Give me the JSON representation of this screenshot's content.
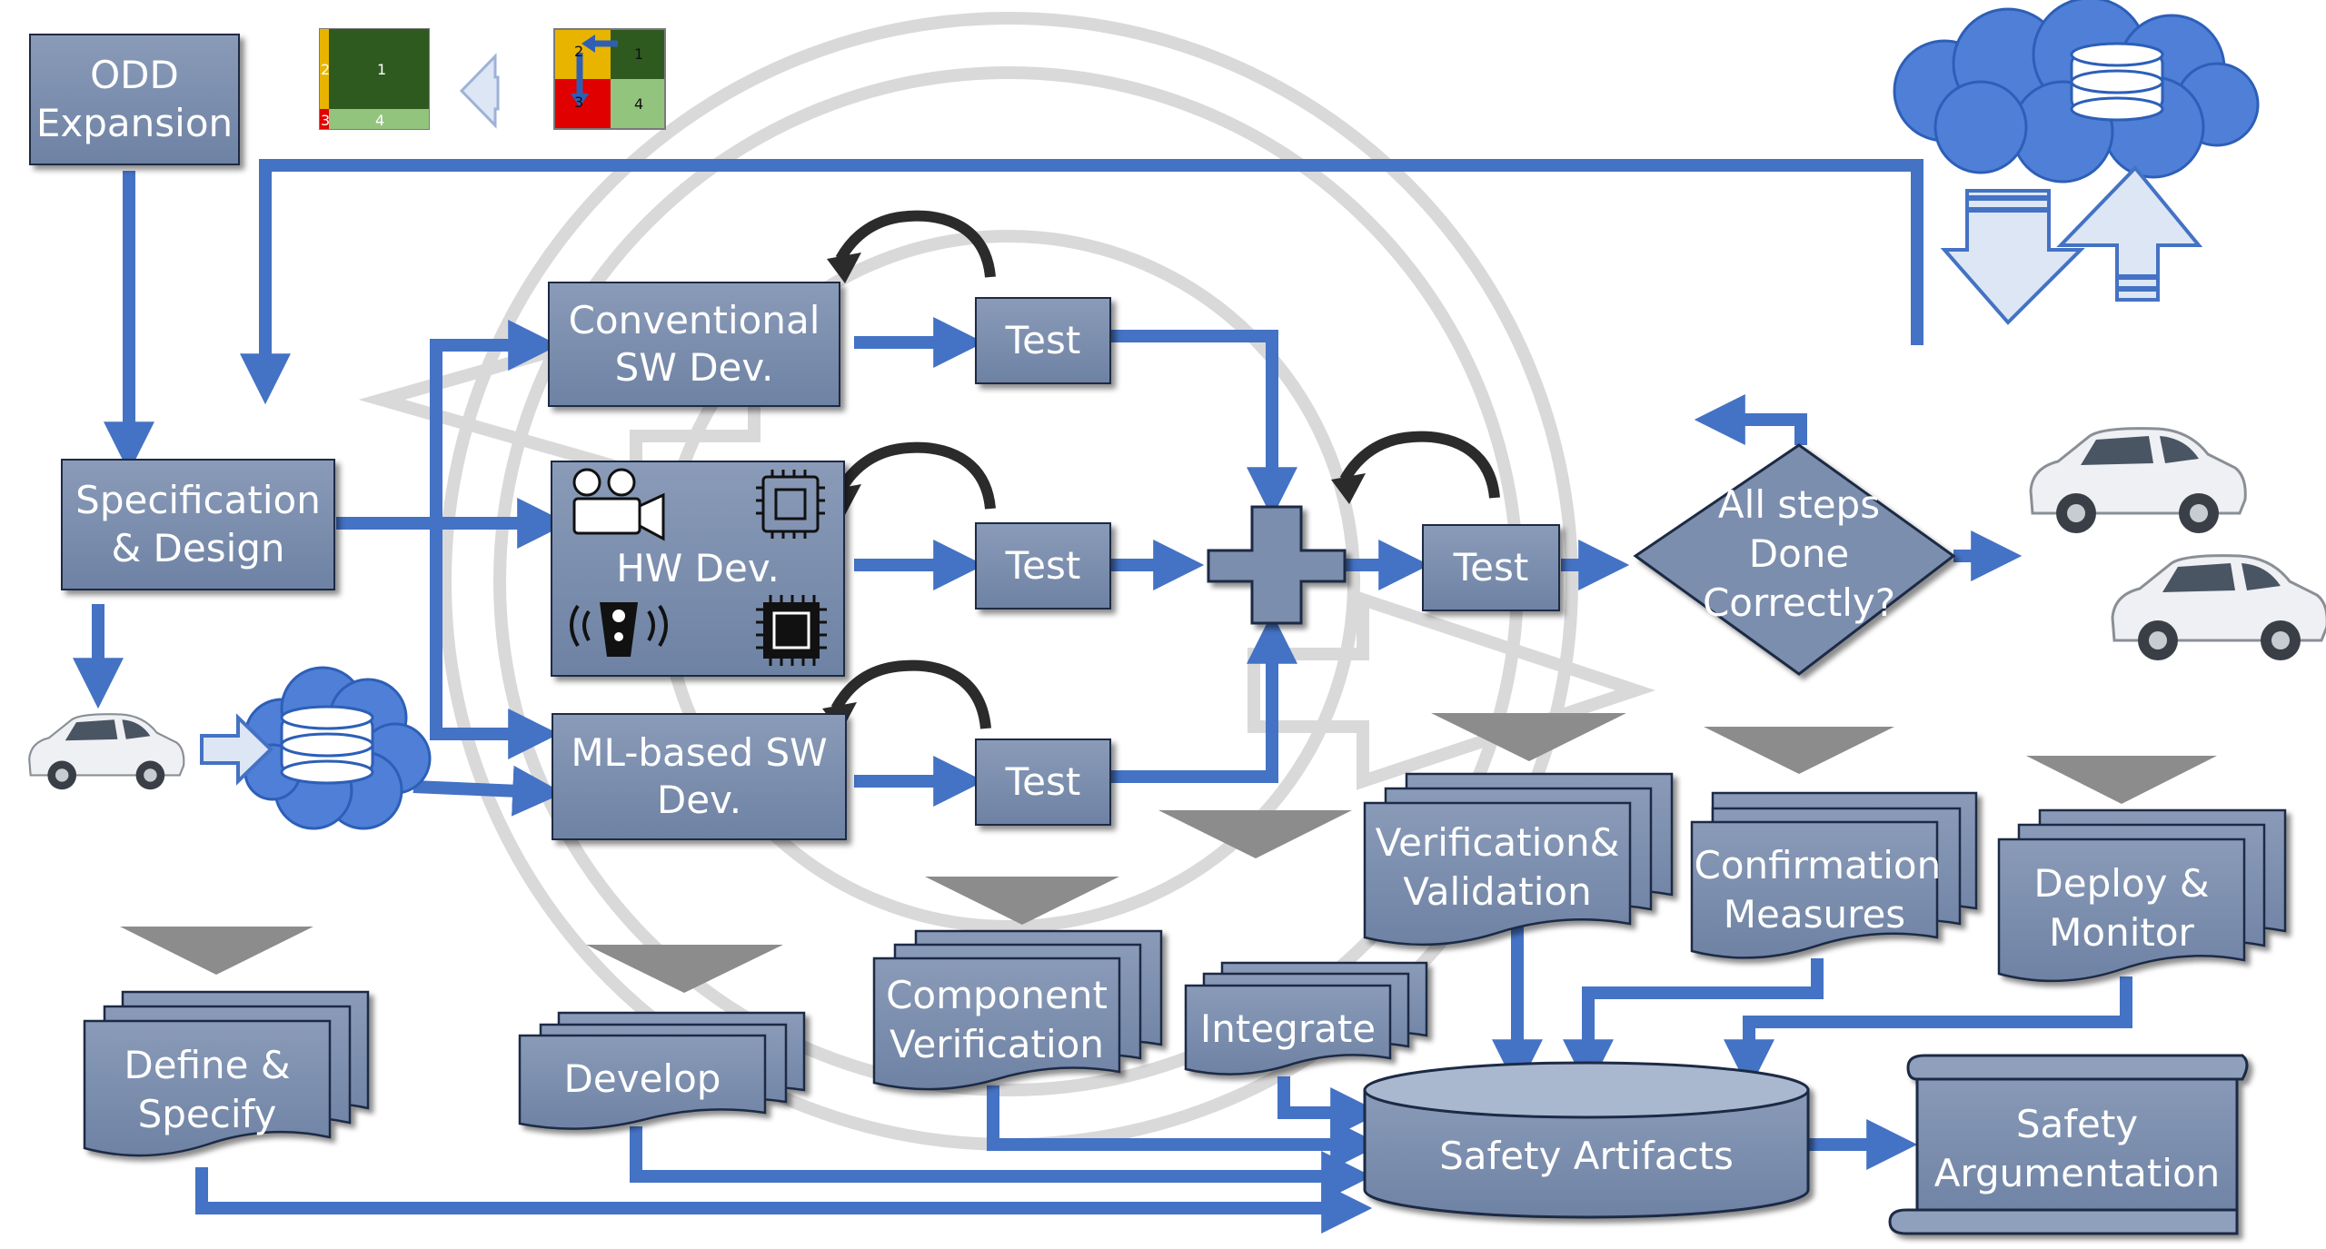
{
  "colors": {
    "accent_blue": "#4472c4",
    "box_fill": "#7b8eae",
    "box_border": "#1e2a44",
    "cloud_blue": "#4f7fd6",
    "tri_gray": "#8c8c8c",
    "watermark": "#d9d9d9"
  },
  "process": {
    "odd_expansion": "ODD Expansion",
    "spec_design": "Specification & Design",
    "conventional_sw": "Conventional SW Dev.",
    "hw_dev": "HW Dev.",
    "ml_sw": "ML-based SW Dev.",
    "test_conventional": "Test",
    "test_hw": "Test",
    "test_ml": "Test",
    "test_integrated": "Test",
    "decision": "All steps Done Correctly?"
  },
  "grid_icons": {
    "before": [
      "1",
      "2",
      "3",
      "4"
    ],
    "after": [
      "1",
      "2",
      "3",
      "4"
    ]
  },
  "artifacts": {
    "define_specify": "Define & Specify",
    "develop": "Develop",
    "component_verification": "Component Verification",
    "integrate": "Integrate",
    "verification_validation": "Verification& Validation",
    "confirmation_measures": "Confirmation Measures",
    "deploy_monitor": "Deploy & Monitor",
    "safety_artifacts": "Safety Artifacts",
    "safety_argumentation": "Safety Argumentation"
  },
  "icons": [
    "database-icon",
    "cloud-icon",
    "car-icon",
    "camera-icon",
    "chip-icon",
    "speaker-icon",
    "processor-icon",
    "loop-arrow-icon",
    "plus-icon",
    "watermark-icon"
  ]
}
